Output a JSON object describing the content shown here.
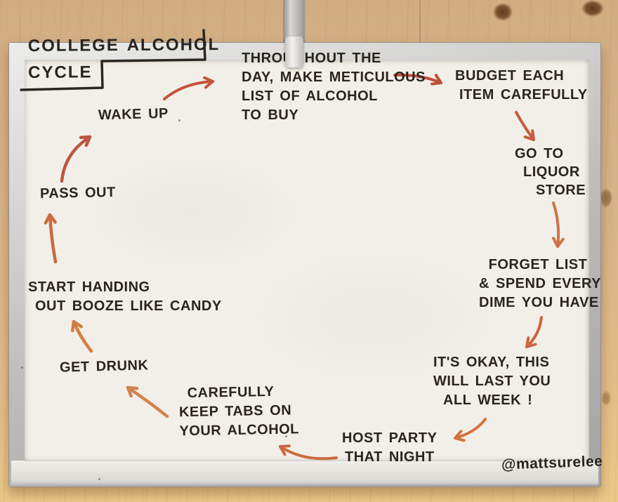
{
  "board": {
    "title_lines": [
      "COLLEGE ALCOHOL",
      "CYCLE"
    ],
    "signature": "@mattsurelee",
    "surface_color": "#f2efe9",
    "marker_color": "#29241f",
    "arrow_color": "#c9603d",
    "wood_color": "#d8b489"
  },
  "diagram": {
    "type": "cycle",
    "direction": "clockwise",
    "nodes": [
      {
        "id": "wake-up",
        "lines": [
          "WAKE UP"
        ]
      },
      {
        "id": "make-list",
        "lines": [
          "THROUGHOUT THE",
          "DAY, MAKE METICULOUS",
          "LIST OF ALCOHOL",
          "TO BUY"
        ]
      },
      {
        "id": "budget",
        "lines": [
          "BUDGET EACH",
          "ITEM CAREFULLY"
        ]
      },
      {
        "id": "liquor-store",
        "lines": [
          "GO TO",
          "LIQUOR",
          "STORE"
        ]
      },
      {
        "id": "forget-list",
        "lines": [
          "FORGET LIST",
          "& SPEND EVERY",
          "DIME YOU HAVE"
        ]
      },
      {
        "id": "its-okay",
        "lines": [
          "IT'S OKAY, THIS",
          "WILL LAST YOU",
          "ALL WEEK !"
        ]
      },
      {
        "id": "host-party",
        "lines": [
          "HOST PARTY",
          "THAT NIGHT"
        ]
      },
      {
        "id": "keep-tabs",
        "lines": [
          "CAREFULLY",
          "KEEP TABS ON",
          "YOUR ALCOHOL"
        ]
      },
      {
        "id": "get-drunk",
        "lines": [
          "GET DRUNK"
        ]
      },
      {
        "id": "hand-out-booze",
        "lines": [
          "START HANDING",
          "OUT BOOZE LIKE CANDY"
        ]
      },
      {
        "id": "pass-out",
        "lines": [
          "PASS OUT"
        ]
      }
    ],
    "edges": [
      [
        "pass-out",
        "wake-up"
      ],
      [
        "wake-up",
        "make-list"
      ],
      [
        "make-list",
        "budget"
      ],
      [
        "budget",
        "liquor-store"
      ],
      [
        "liquor-store",
        "forget-list"
      ],
      [
        "forget-list",
        "its-okay"
      ],
      [
        "its-okay",
        "host-party"
      ],
      [
        "host-party",
        "keep-tabs"
      ],
      [
        "keep-tabs",
        "get-drunk"
      ],
      [
        "get-drunk",
        "hand-out-booze"
      ],
      [
        "hand-out-booze",
        "pass-out"
      ]
    ]
  }
}
